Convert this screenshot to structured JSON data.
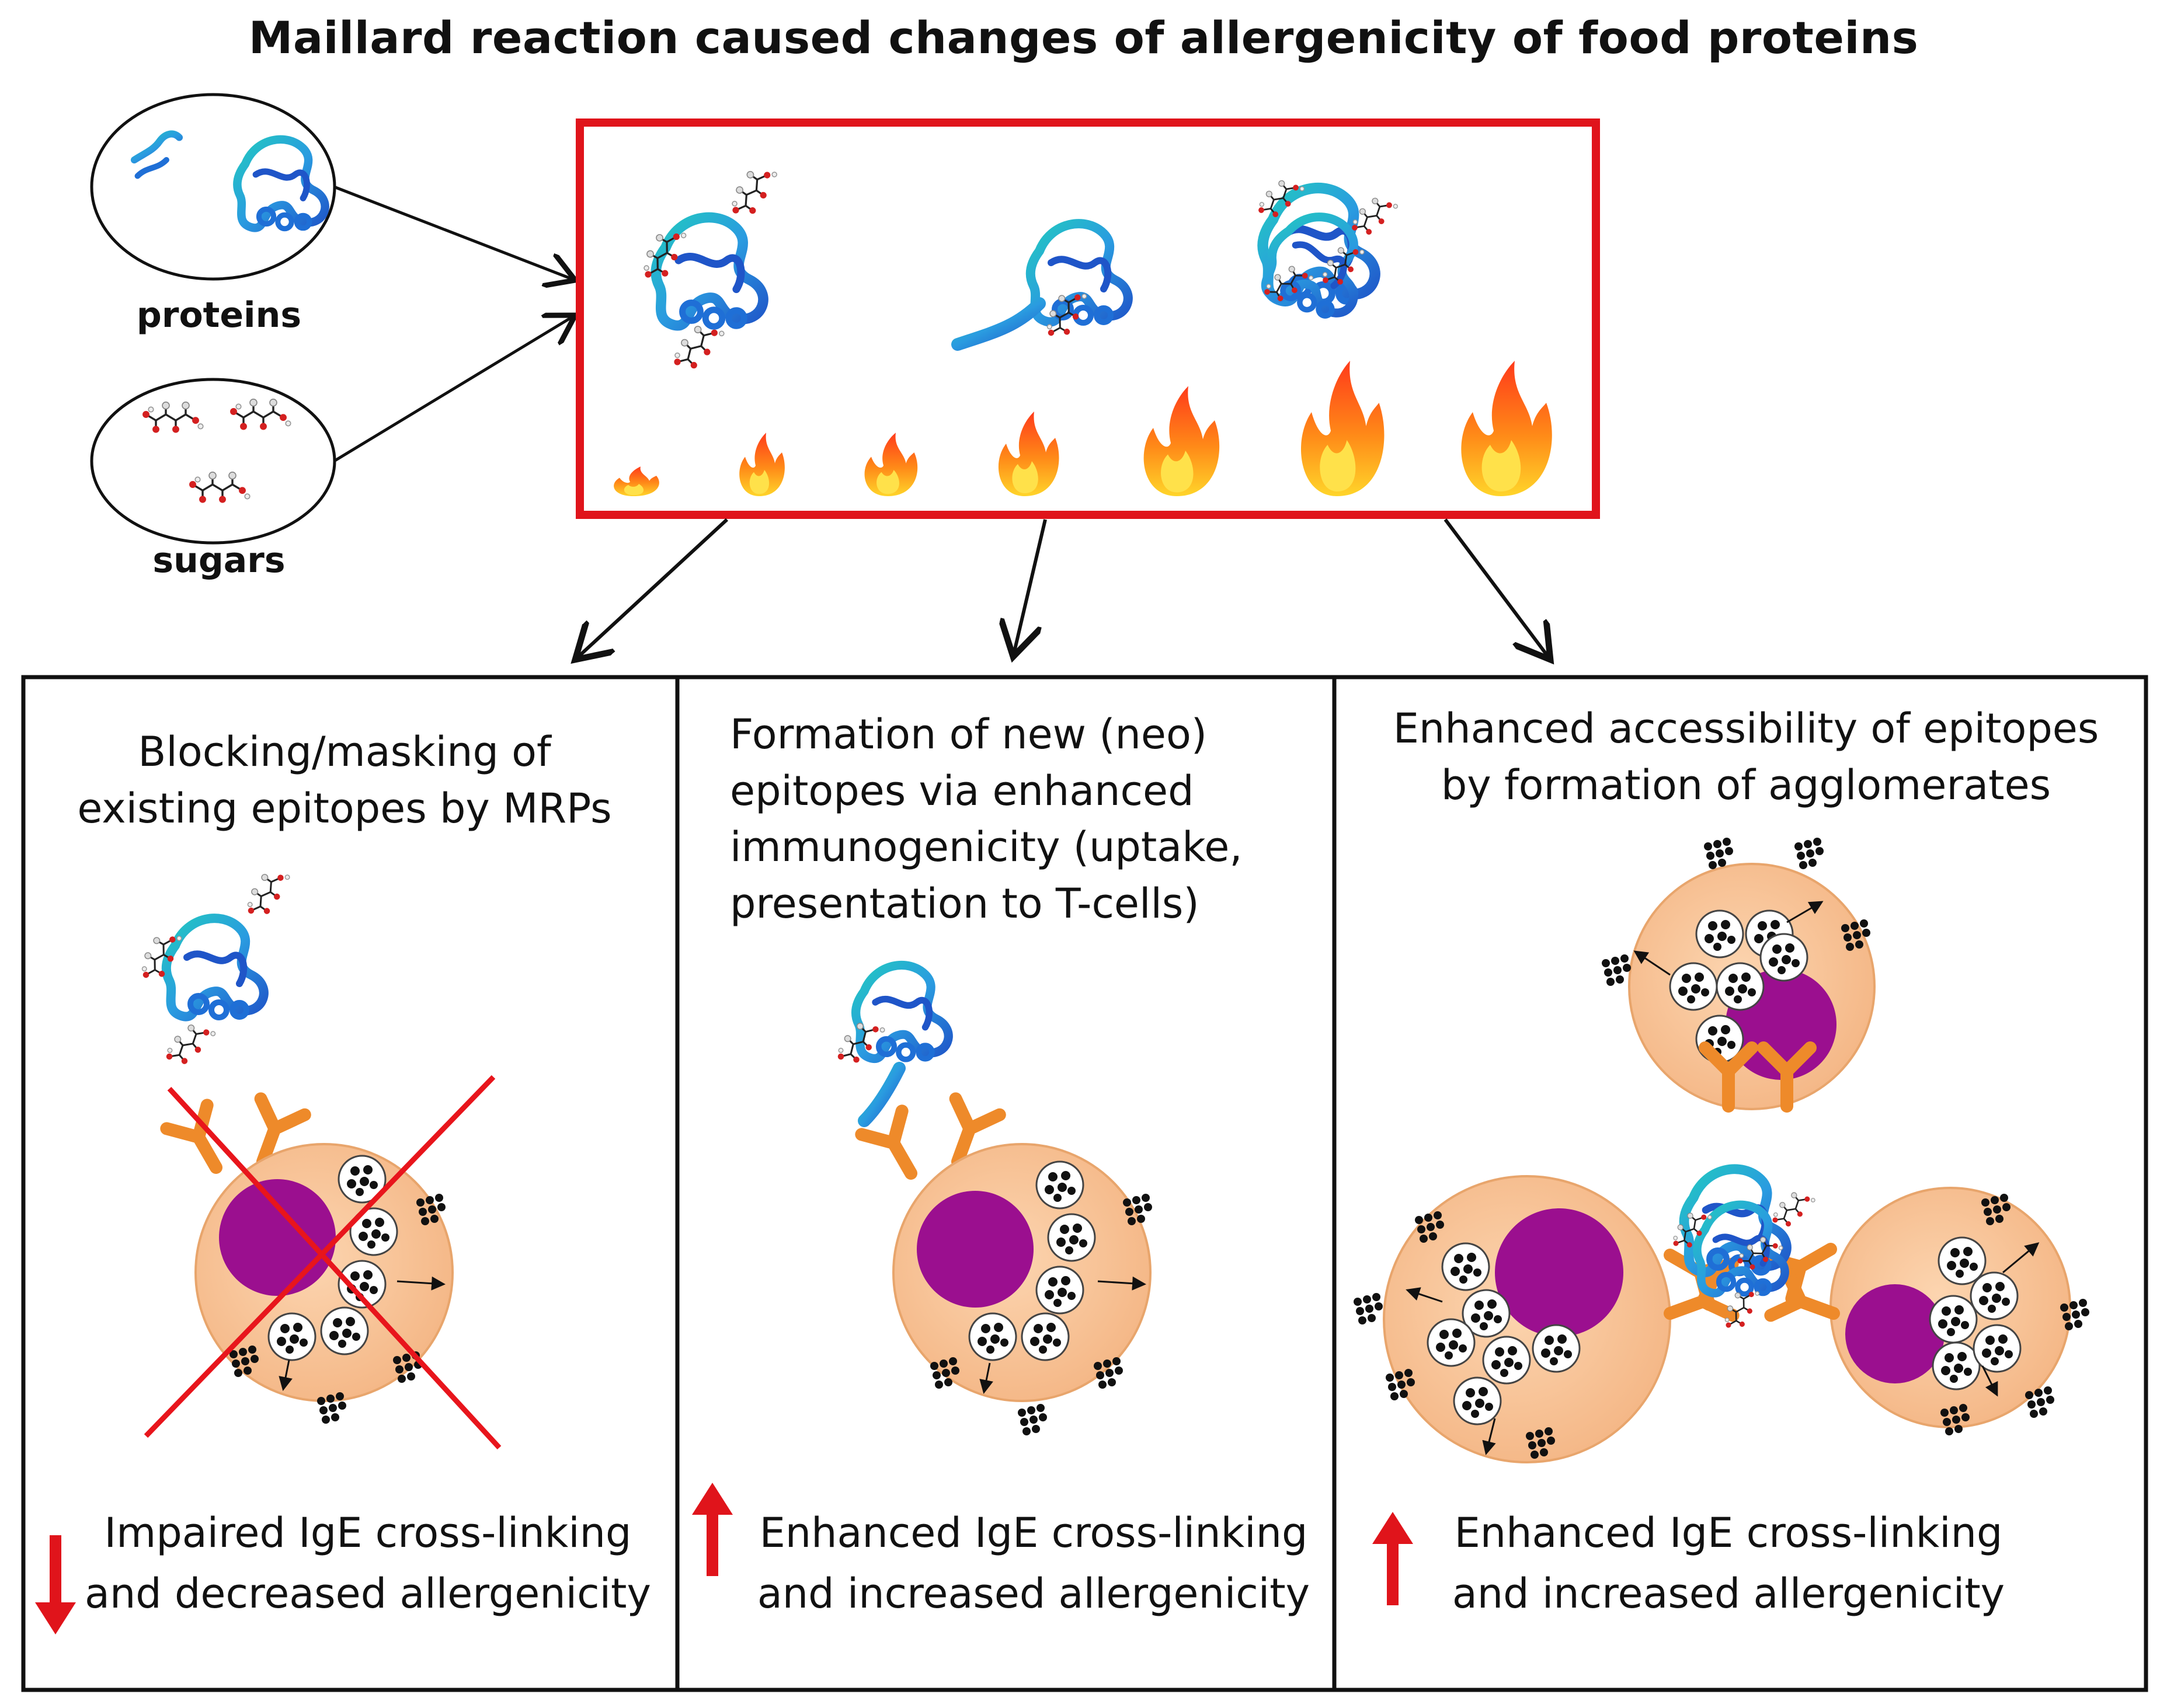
{
  "title": "Maillard reaction caused changes of allergenicity of food proteins",
  "inputs": {
    "proteins_label": "proteins",
    "sugars_label": "sugars"
  },
  "panels": [
    {
      "heading": [
        "Blocking/masking  of",
        "existing epitopes by MRPs"
      ],
      "outcome": [
        "Impaired IgE cross-linking",
        "and decreased allergenicity"
      ],
      "arrow_direction": "down"
    },
    {
      "heading": [
        "Formation  of  new (neo)",
        "epitopes via enhanced",
        "immunogenicity (uptake,",
        "presentation to T-cells)"
      ],
      "outcome": [
        "Enhanced IgE cross-linking",
        "and increased allergenicity"
      ],
      "arrow_direction": "up"
    },
    {
      "heading": [
        "Enhanced accessibility of epitopes",
        "by formation of agglomerates"
      ],
      "outcome": [
        "Enhanced IgE cross-linking",
        "and increased allergenicity"
      ],
      "arrow_direction": "up"
    }
  ],
  "colors": {
    "reaction_box_border": "#e0141b",
    "cell_fill": "#f9c59a",
    "nucleus": "#9b0f8f",
    "antibody": "#ee8a2a",
    "indicator_arrow": "#e0141b",
    "protein_blue": "#1f6fd6",
    "protein_teal": "#22c9c0"
  },
  "icons": {
    "flames": "flame-icon",
    "proteins": "protein-icon",
    "sugars": "sugar-molecule-icon",
    "cells": "mast-cell-icon",
    "antibodies": "antibody-icon"
  }
}
